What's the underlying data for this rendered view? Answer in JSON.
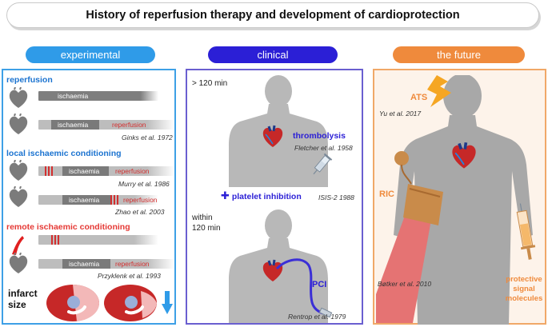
{
  "title": "History of reperfusion therapy and development of cardioprotection",
  "columns": {
    "experimental": "experimental",
    "clinical": "clinical",
    "future": "the future"
  },
  "colors": {
    "experimental": "#3ea0e6",
    "clinical": "#2b1fd6",
    "future": "#ef8a3c",
    "reperfusion_red": "#d32f2f"
  },
  "experimental": {
    "reperfusion": {
      "heading": "reperfusion",
      "bar1_label": "ischaemia",
      "bar2_label": "ischaemia",
      "bar2_reperfusion": "reperfusion",
      "citation": "Ginks et al. 1972"
    },
    "local": {
      "heading": "local ischaemic conditioning",
      "bar1_label": "ischaemia",
      "bar1_reperfusion": "reperfusion",
      "citation1": "Murry et al. 1986",
      "bar2_label": "ischaemia",
      "bar2_reperfusion": "reperfusion",
      "citation2": "Zhao  et al. 2003"
    },
    "remote": {
      "heading": "remote ischaemic conditioning",
      "bar2_label": "ischaemia",
      "bar2_reperfusion": "reperfusion",
      "citation": "Przyklenk et al. 1993"
    },
    "infarct_line1": "infarct",
    "infarct_line2": "size"
  },
  "clinical": {
    "time1": "> 120 min",
    "thrombolysis": "thrombolysis",
    "citation1": "Fletcher et al. 1958",
    "platelet": "platelet inhibition",
    "citation2": "ISIS-2 1988",
    "time2_line1": "within",
    "time2_line2": "120 min",
    "pci": "PCI",
    "citation3": "Rentrop et al. 1979"
  },
  "future": {
    "ats": "ATS",
    "citation1": "Yu et al. 2017",
    "ric": "RIC",
    "citation2": "Bøtker et al. 2010",
    "protective_line1": "protective",
    "protective_line2": "signal",
    "protective_line3": "molecules"
  }
}
